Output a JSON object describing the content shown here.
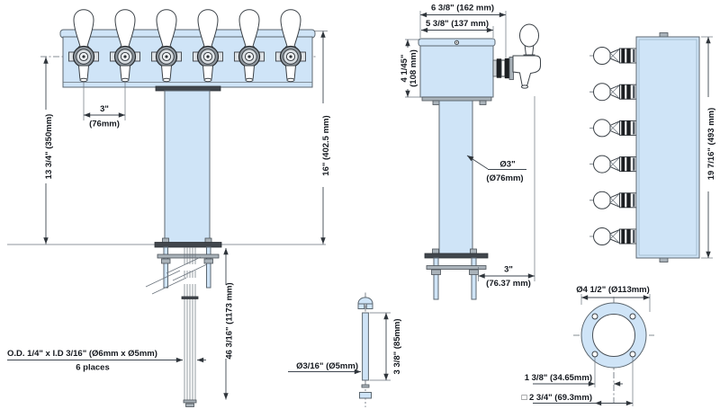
{
  "drawing": {
    "front": {
      "spacing_in": "3\"",
      "spacing_mm": "(76mm)",
      "center_height": "13 3/4\" (350mm)",
      "overall_height": "16\" (402.5 mm)",
      "below_counter": "46 3/16\" (1173 mm)",
      "tube_spec": "O.D. 1/4\" x I.D 3/16\" (Ø6mm x Ø5mm)",
      "tube_places": "6  places"
    },
    "side": {
      "overall_depth": "6 3/8\" (162 mm)",
      "body_depth": "5 3/8\" (137 mm)",
      "body_height_in": "4 1/45\"",
      "body_height_mm": "(108 mm)",
      "column_dia_in": "Ø3\"",
      "column_dia_mm": "(Ø76mm)",
      "faucet_offset_in": "3\"",
      "faucet_offset_mm": "(76.37 mm)"
    },
    "rear": {
      "overall_width": "19 7/16\" (493 mm)"
    },
    "pin": {
      "dia": "Ø3/16\" (Ø5mm)",
      "length": "3 3/8\" (85mm)"
    },
    "flange": {
      "outer_dia": "Ø4 1/2\" (Ø113mm)",
      "hole_offset": "1 3/8\" (34.65mm)",
      "bolt_square": "□ 2 3/4\" (69.3mm)"
    }
  },
  "colors": {
    "body_fill": "#cfe4f7",
    "outline": "#5c6770",
    "dimension": "#3f4750",
    "text": "#15191f"
  }
}
